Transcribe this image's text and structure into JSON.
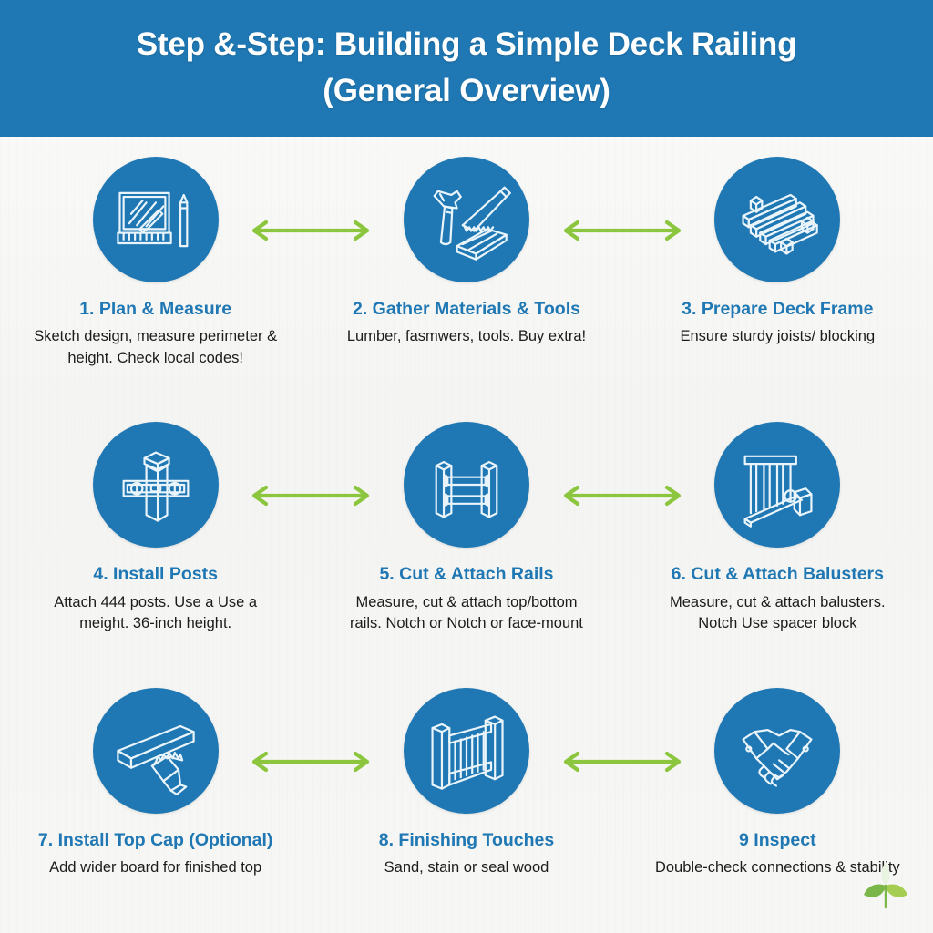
{
  "header": {
    "title_line1": "Step &-Step: Building a Simple Deck Railing",
    "title_line2": "(General Overview)"
  },
  "colors": {
    "header_background": "#1f78b4",
    "circle_fill": "#1f78b4",
    "icon_stroke": "#eaf4fb",
    "title_text": "#1f78b4",
    "body_text": "#1c1c1c",
    "arrow_green": "#8cc63e",
    "page_background": "#f7f7f5"
  },
  "arrows": {
    "icon": "double-headed-arrow-icon",
    "count": 6,
    "direction": "bidirectional"
  },
  "logo": {
    "icon": "leaf-logo-icon",
    "leaf_color": "#8cc63e"
  },
  "steps": [
    {
      "number": "1.",
      "title": "1. Plan & Measure",
      "description": "Sketch design, measure perimeter & height. Check local codes!",
      "icon": "blueprint-ruler-pencil-icon"
    },
    {
      "number": "2.",
      "title": "2. Gather Materials & Tools",
      "description": "Lumber, fasmwers, tools. Buy extra!",
      "icon": "hammer-saw-lumber-icon"
    },
    {
      "number": "3.",
      "title": "3. Prepare Deck Frame",
      "description": "Ensure sturdy joists/ blocking",
      "icon": "deck-joists-icon"
    },
    {
      "number": "4.",
      "title": "4. Install Posts",
      "description": "Attach 444 posts. Use a Use a meight. 36-inch height.",
      "icon": "post-with-level-icon"
    },
    {
      "number": "5.",
      "title": "5. Cut & Attach Rails",
      "description": "Measure, cut & attach top/bottom rails. Notch or Notch or face-mount",
      "icon": "two-posts-with-rails-icon"
    },
    {
      "number": "6.",
      "title": "6. Cut & Attach Balusters",
      "description": "Measure, cut & attach balusters. Notch Use spacer block",
      "icon": "balusters-spacer-block-icon"
    },
    {
      "number": "7.",
      "title": "7. Install Top Cap (Optional)",
      "description": "Add wider board for finished top",
      "icon": "top-cap-board-brush-icon"
    },
    {
      "number": "8.",
      "title": "8. Finishing Touches",
      "description": "Sand, stain or seal wood",
      "icon": "finished-railing-icon"
    },
    {
      "number": "9",
      "title": "9 Inspect",
      "description": "Double-check connections & stability",
      "icon": "handshake-icon"
    }
  ]
}
